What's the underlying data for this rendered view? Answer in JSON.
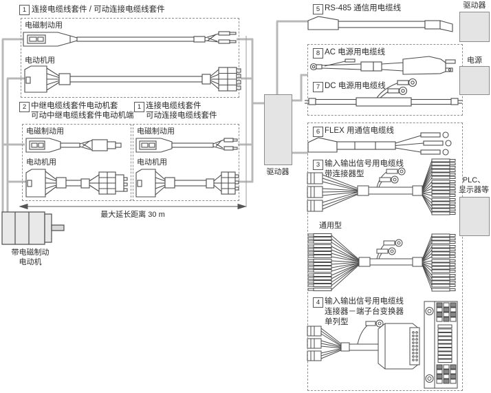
{
  "colors": {
    "box_fill": "#e4e4e4",
    "box_border": "#8a8a8a",
    "connector_line": "#b8b8b8",
    "art_stroke": "#4b4b4b",
    "text": "#2b2b2b"
  },
  "left": {
    "kit1": {
      "num": "1",
      "title": "连接电缆线套件 / 可动连接电缆线套件",
      "brake_label": "电磁制动用",
      "motor_label": "电动机用"
    },
    "kit2": {
      "num": "2",
      "title_line1": "中继电缆线套件电动机套",
      "title_line2": "可动中继电缆线套件电动机端",
      "brake_label": "电磁制动用",
      "motor_label": "电动机用"
    },
    "kit1b": {
      "num": "1",
      "title_line1": "连接电缆线套件",
      "title_line2": "可动连接电缆线套件",
      "brake_label": "电磁制动用",
      "motor_label": "电动机用"
    },
    "dimension_label": "最大延长距离 30 m",
    "motor_caption_line1": "带电磁制动",
    "motor_caption_line2": "电动机"
  },
  "center": {
    "driver_label": "驱动器"
  },
  "right": {
    "driver_label": "驱动器",
    "power_label": "电源",
    "plc_line1": "PLC、",
    "plc_line2": "显示器等",
    "item5": {
      "num": "5",
      "title": "RS-485 通信用电缆线"
    },
    "item8": {
      "num": "8",
      "title": "AC 电源用电缆线"
    },
    "item7": {
      "num": "7",
      "title": "DC 电源用电缆线"
    },
    "item6": {
      "num": "6",
      "title": "FLEX 用通信电缆线"
    },
    "item3": {
      "num": "3",
      "title_line1": "输入输出信号用电缆线",
      "title_line2": "带连接器型",
      "general_label": "通用型"
    },
    "item4": {
      "num": "4",
      "title_line1": "输入输出信号用电缆线",
      "title_line2": "连接器－端子台变换器",
      "title_line3": "单列型"
    }
  }
}
